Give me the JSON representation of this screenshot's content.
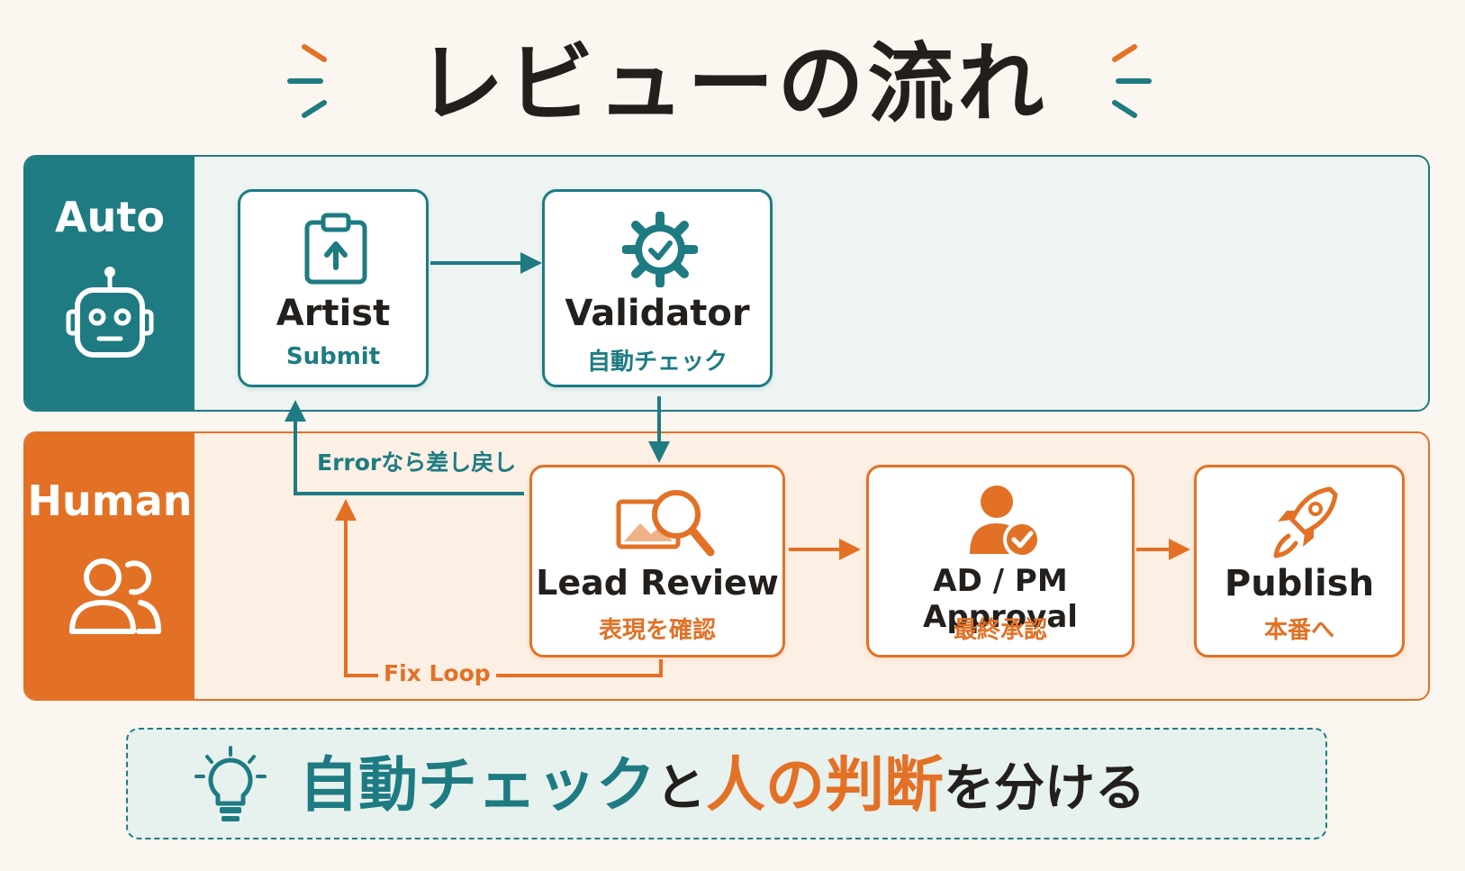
{
  "title": "レビューの流れ",
  "colors": {
    "teal": "#1e7b82",
    "orange": "#e27126",
    "dark": "#231f1c",
    "background": "#fbf6ef"
  },
  "lanes": {
    "auto": {
      "label": "Auto",
      "icon": "robot-icon"
    },
    "human": {
      "label": "Human",
      "icon": "users-icon"
    }
  },
  "nodes": {
    "artist": {
      "label": "Artist",
      "sub": "Submit",
      "icon": "clipboard-upload-icon"
    },
    "validator": {
      "label": "Validator",
      "sub": "自動チェック",
      "icon": "gear-check-icon"
    },
    "lead_review": {
      "label": "Lead Review",
      "sub": "表現を確認",
      "icon": "image-search-icon"
    },
    "approval": {
      "label": "AD / PM Approval",
      "sub": "最終承認",
      "icon": "user-check-icon"
    },
    "publish": {
      "label": "Publish",
      "sub": "本番へ",
      "icon": "rocket-icon"
    }
  },
  "edges": {
    "error_return": "Errorなら差し戻し",
    "fix_loop": "Fix Loop"
  },
  "takeaway": {
    "icon": "lightbulb-icon",
    "part1": "自動チェック",
    "part2": "と",
    "part3": "人の判断",
    "part4": "を分ける"
  }
}
